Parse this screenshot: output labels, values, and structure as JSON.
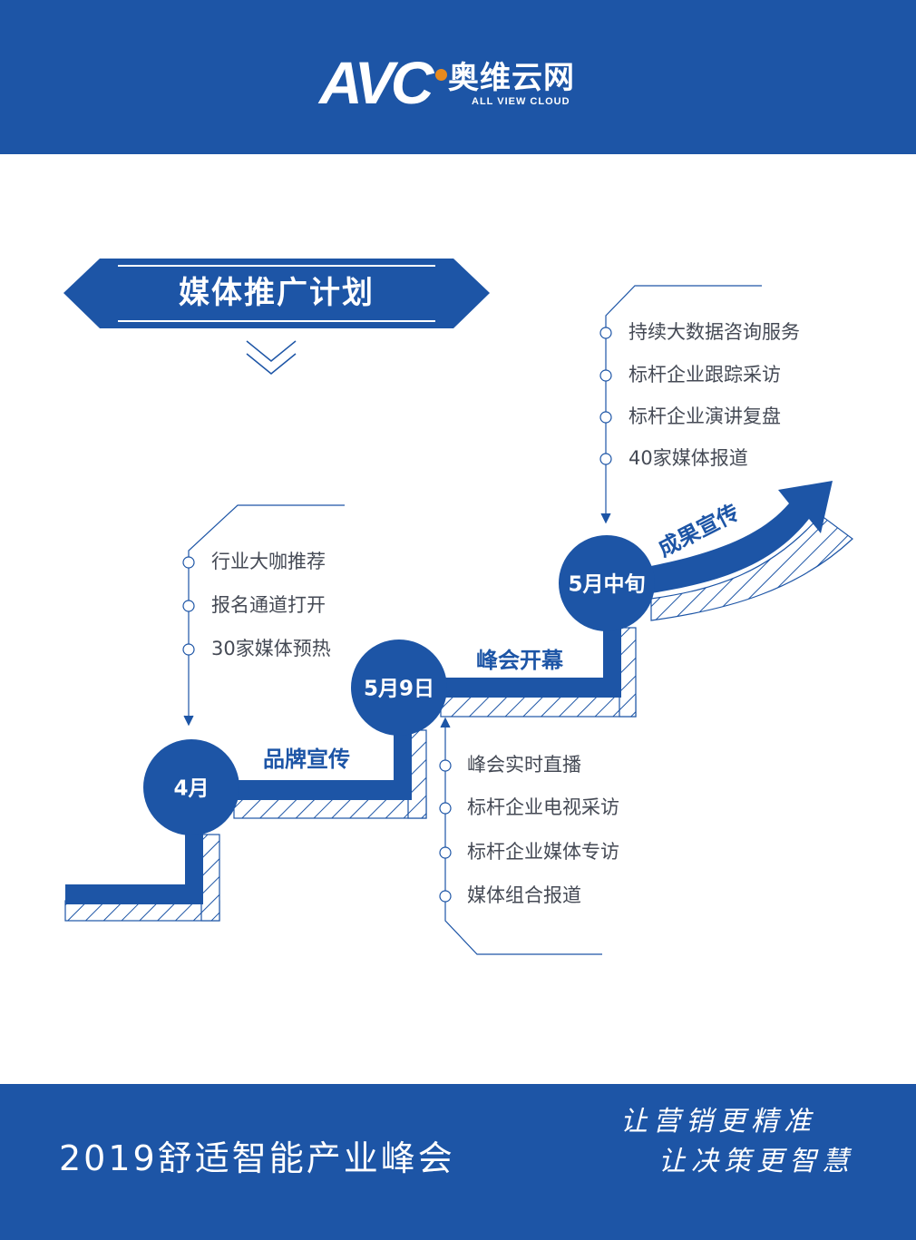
{
  "header": {
    "logo_mark": "AVC",
    "logo_cn": "奥维云网",
    "logo_en": "ALL VIEW CLOUD",
    "accent_color": "#e88a1e"
  },
  "title": "媒体推广计划",
  "stages": [
    {
      "node": "4月",
      "label": "品牌宣传"
    },
    {
      "node": "5月9日",
      "label": "峰会开幕"
    },
    {
      "node": "5月中旬",
      "label": "成果宣传"
    }
  ],
  "lists": {
    "april": [
      "行业大咖推荐",
      "报名通道打开",
      "30家媒体预热"
    ],
    "may9": [
      "峰会实时直播",
      "标杆企业电视采访",
      "标杆企业媒体专访",
      "媒体组合报道"
    ],
    "mid_may": [
      "持续大数据咨询服务",
      "标杆企业跟踪采访",
      "标杆企业演讲复盘",
      "40家媒体报道"
    ]
  },
  "footer": {
    "title": "2019舒适智能产业峰会",
    "slogan_1": "让营销更精准",
    "slogan_2": "让决策更智慧"
  },
  "colors": {
    "primary": "#1d55a6",
    "text": "#454a55",
    "background": "#ffffff"
  }
}
